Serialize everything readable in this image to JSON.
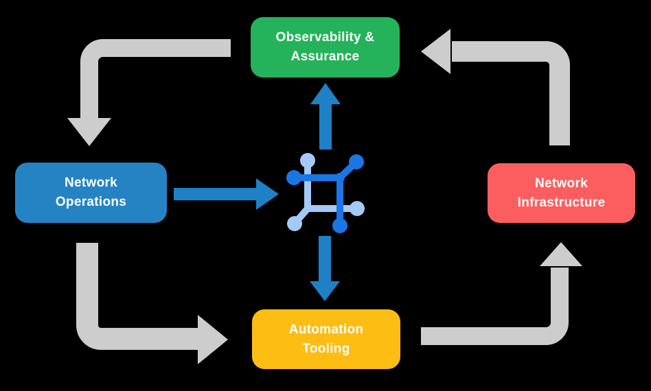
{
  "canvas": {
    "background": "#000000"
  },
  "colors": {
    "cycle_arrow": "#cdcdcd",
    "hub_arrow": "#1e81c5",
    "icon_primary": "#1a76e4",
    "icon_secondary": "#a5c9f7"
  },
  "nodes": {
    "observability": {
      "label": "Observability &\nAssurance",
      "color": "#24b35a"
    },
    "operations": {
      "label": "Network\nOperations",
      "color": "#2583c4"
    },
    "infrastructure": {
      "label": "Network\nInfrastructure",
      "color": "#fc5e5f"
    },
    "automation": {
      "label": "Automation\nTooling",
      "color": "#fdbd13"
    }
  },
  "hub_icon": {
    "name": "network-mesh-icon"
  },
  "flows": {
    "cycle": [
      {
        "from": "Observability & Assurance",
        "to": "Network Operations"
      },
      {
        "from": "Network Operations",
        "to": "Automation Tooling"
      },
      {
        "from": "Automation Tooling",
        "to": "Network Infrastructure"
      },
      {
        "from": "Network Infrastructure",
        "to": "Observability & Assurance"
      }
    ],
    "hub": [
      {
        "from": "Network Operations",
        "to": "network-mesh-icon"
      },
      {
        "from": "network-mesh-icon",
        "to": "Observability & Assurance"
      },
      {
        "from": "network-mesh-icon",
        "to": "Automation Tooling"
      }
    ]
  }
}
